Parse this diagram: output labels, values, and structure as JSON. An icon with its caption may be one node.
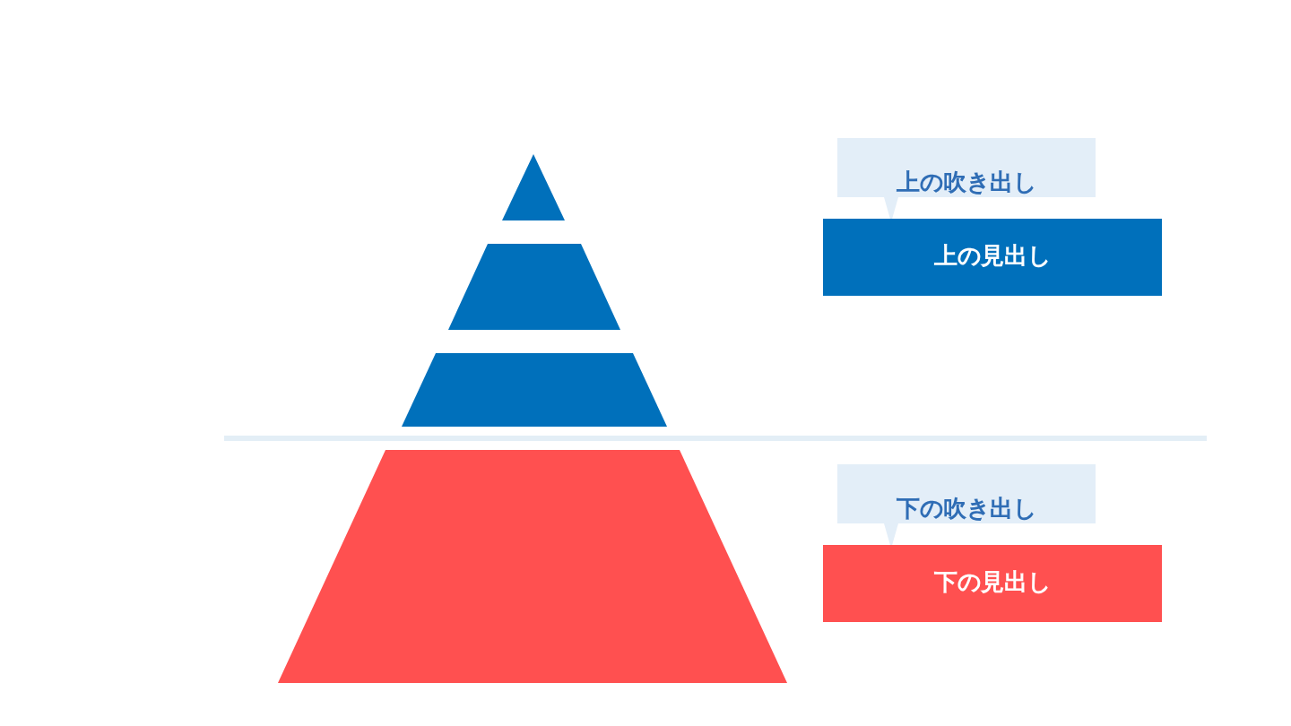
{
  "diagram": {
    "nodes": [
      {
        "text": [],
        "shape": "triangle"
      },
      {
        "text": [],
        "shape": "trapezoid"
      },
      {
        "text": [],
        "shape": "trapezoid"
      },
      {
        "text": [],
        "shape": "trapezoid"
      },
      {
        "text": [
          "上の吹き出し"
        ]
      },
      {
        "text": [
          "上の見出し"
        ]
      },
      {
        "text": [
          "下の吹き出し"
        ]
      },
      {
        "text": [
          "下の見出し"
        ]
      }
    ]
  }
}
